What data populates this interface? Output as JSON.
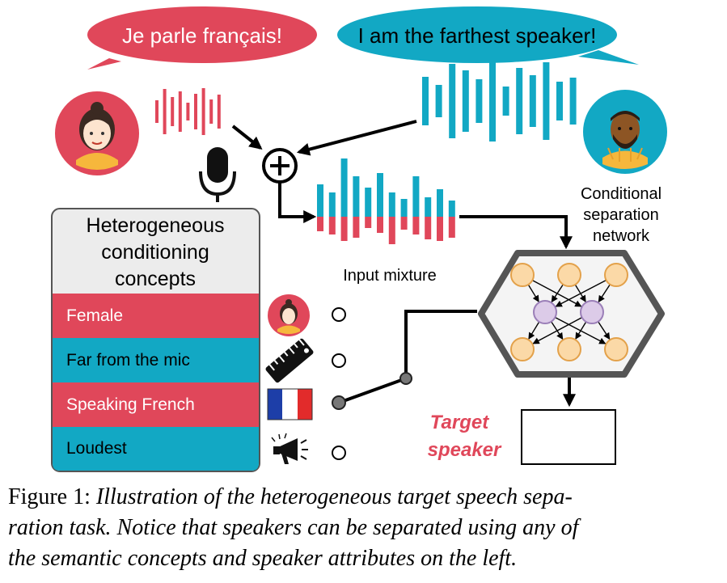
{
  "speech": {
    "left": "Je parle français!",
    "right": "I am the farthest speaker!"
  },
  "labels": {
    "input_mixture": "Input mixture",
    "network_line1": "Conditional",
    "network_line2": "separation",
    "network_line3": "network",
    "target_line1": "Target",
    "target_line2": "speaker"
  },
  "panel": {
    "title_line1": "Heterogeneous",
    "title_line2": "conditioning",
    "title_line3": "concepts",
    "items": [
      "Female",
      "Far from the mic",
      "Speaking French",
      "Loudest"
    ]
  },
  "caption": {
    "prefix": "Figure 1:",
    "line1": "Illustration of the heterogeneous target speech sepa-",
    "line2": "ration task. Notice that speakers can be separated using any of",
    "line3": "the semantic concepts and speaker attributes on the left."
  },
  "colors": {
    "red": "#e0475a",
    "teal": "#12a8c4",
    "node_orange": "#fbd9a7",
    "node_purple": "#dccbe8",
    "panel_header": "#ececec",
    "hexagon_fill": "#f4f4f4"
  }
}
